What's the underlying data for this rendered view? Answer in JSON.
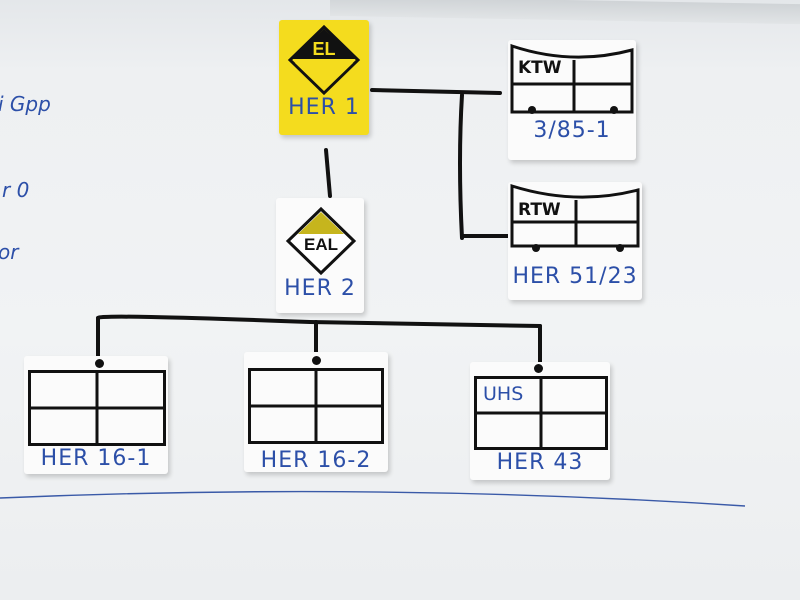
{
  "left_edge_notes": [
    "i Gpp",
    "r 0",
    "or"
  ],
  "commanders": [
    {
      "symbol": "EL",
      "label": "HER 1",
      "color": "#f4dc1e"
    },
    {
      "symbol": "EAL",
      "label": "HER 2",
      "color": "#c6b51d"
    }
  ],
  "vehicles": [
    {
      "type": "KTW",
      "label": "3/85-1"
    },
    {
      "type": "RTW",
      "label": "HER 51/23"
    }
  ],
  "units": [
    {
      "label": "HER 16-1",
      "inner_text": ""
    },
    {
      "label": "HER 16-2",
      "inner_text": ""
    },
    {
      "label": "HER 43",
      "inner_text": "UHS"
    }
  ],
  "colors": {
    "marker_blue": "#2c4fa8",
    "magnet_yellow": "#f4dc1e",
    "ink": "#111111"
  }
}
